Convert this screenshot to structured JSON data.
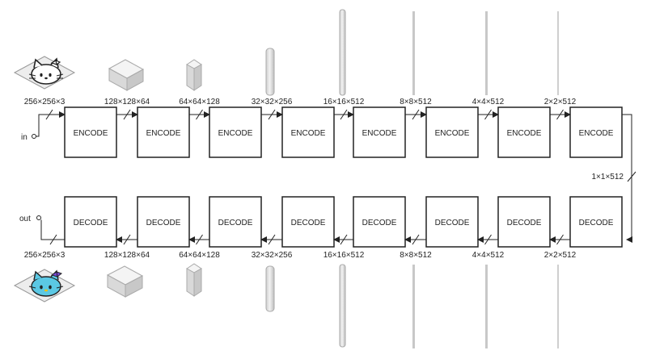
{
  "io": {
    "input_label": "in",
    "output_label": "out"
  },
  "encoder": {
    "block_label": "ENCODE",
    "dims": [
      "256×256×3",
      "128×128×64",
      "64×64×128",
      "32×32×256",
      "16×16×512",
      "8×8×512",
      "4×4×512",
      "2×2×512"
    ]
  },
  "bottleneck": {
    "dim": "1×1×512"
  },
  "decoder": {
    "block_label": "DECODE",
    "dims": [
      "256×256×3",
      "128×128×64",
      "64×64×128",
      "32×32×256",
      "16×16×512",
      "8×8×512",
      "4×4×512",
      "2×2×512"
    ]
  },
  "icons": {
    "input_image": "hello-kitty-sketch-icon",
    "output_image": "hello-kitty-color-icon"
  },
  "colors": {
    "stroke": "#222222",
    "shape_fill": "#e6e6e6",
    "kitty_fill": "#5bc8e4"
  }
}
